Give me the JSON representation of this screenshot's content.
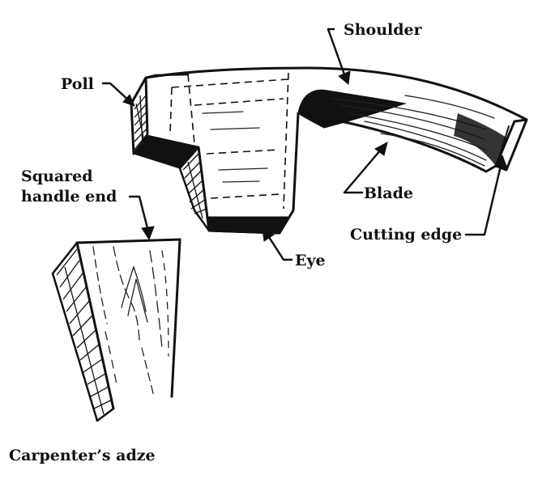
{
  "labels": {
    "shoulder": "Shoulder",
    "poll": "Poll",
    "squared_handle_line1": "Squared",
    "squared_handle_line2": "handle end",
    "blade": "Blade",
    "cutting_edge": "Cutting edge",
    "eye": "Eye"
  },
  "caption": "Carpenter’s adze",
  "colors": {
    "ink": "#111111",
    "paper": "#ffffff"
  }
}
